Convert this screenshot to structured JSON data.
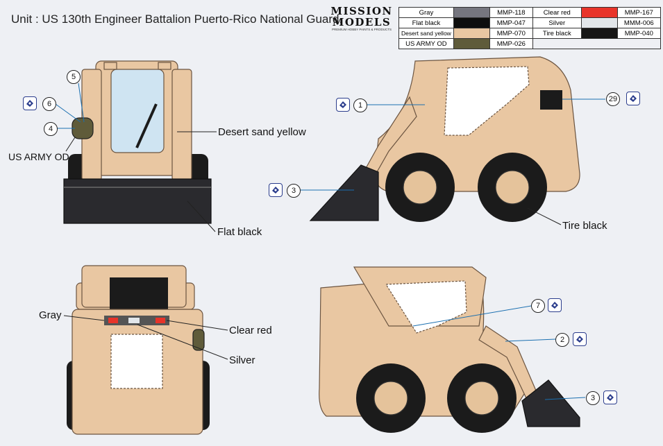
{
  "unit_title": "Unit :  US 130th Engineer Battalion Puerto-Rico National Guard.",
  "brand": {
    "line1": "MISSION",
    "line2": "MODELS",
    "tagline": "PREMIUM HOBBY PAINTS & PRODUCTS"
  },
  "paints": {
    "rows": [
      {
        "left_name": "Gray",
        "left_color": "#76767f",
        "left_code": "MMP-118",
        "right_name": "Clear red",
        "right_color": "#e8342a",
        "right_code": "MMP-167"
      },
      {
        "left_name": "Flat black",
        "left_color": "#0e0e0e",
        "left_code": "MMP-047",
        "right_name": "Silver",
        "right_color": "#e2e6ea",
        "right_code": "MMM-006"
      },
      {
        "left_name": "Desert sand yellow",
        "left_color": "#e9c7a2",
        "left_code": "MMP-070",
        "right_name": "Tire black",
        "right_color": "#161616",
        "right_code": "MMP-040"
      },
      {
        "left_name": "US ARMY OD",
        "left_color": "#5f5b3a",
        "left_code": "MMP-026"
      }
    ]
  },
  "callouts": {
    "desert_sand_yellow": "Desert sand yellow",
    "us_army_od": "US ARMY OD",
    "flat_black": "Flat black",
    "tire_black": "Tire black",
    "gray": "Gray",
    "clear_red": "Clear red",
    "silver": "Silver"
  },
  "decal_numbers": {
    "front_a": "5",
    "front_b": "6",
    "front_c": "4",
    "side_right_1": "1",
    "side_right_29": "29",
    "side_right_3": "3",
    "side_left_7": "7",
    "side_left_2": "2",
    "side_left_3": "3"
  },
  "colors": {
    "body": "#e9c7a2",
    "body_shade": "#d6b08a",
    "body_line": "#6b5440",
    "glass": "#cfe4f2",
    "grille": "#ffffff",
    "tire": "#1b1b1b",
    "hub": "#e5c39b",
    "leader": "#1a6fb0",
    "decal_blue": "#2a3c8c"
  }
}
